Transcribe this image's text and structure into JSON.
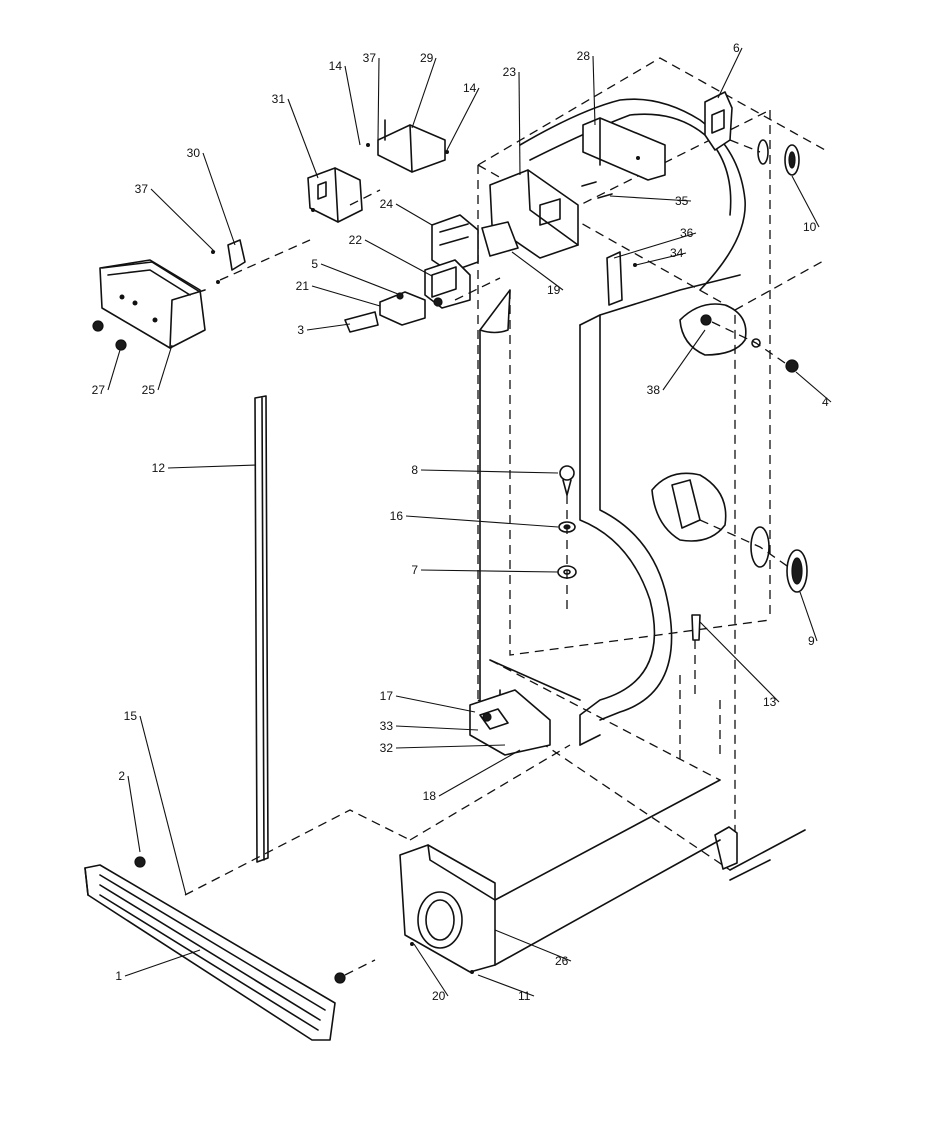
{
  "callouts": [
    "1",
    "2",
    "3",
    "4",
    "5",
    "6",
    "7",
    "8",
    "9",
    "10",
    "11",
    "12",
    "13",
    "14",
    "14",
    "15",
    "16",
    "17",
    "18",
    "19",
    "20",
    "21",
    "22",
    "23",
    "24",
    "25",
    "26",
    "27",
    "28",
    "29",
    "30",
    "31",
    "32",
    "33",
    "34",
    "35",
    "36",
    "37",
    "37",
    "38"
  ]
}
